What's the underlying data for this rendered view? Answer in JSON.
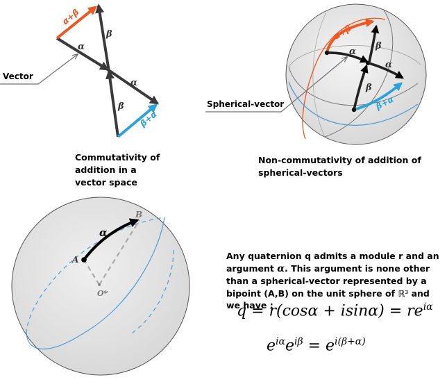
{
  "labels": {
    "vector_callout": "Vector",
    "spherical_vector_callout": "Spherical-vector",
    "alpha": "α",
    "beta": "β",
    "alpha_plus_beta": "α+β",
    "beta_plus_alpha": "β+α",
    "point_a": "A",
    "point_b": "B",
    "origin": "O*"
  },
  "captions": {
    "commutativity": "Commutativity of\naddition in a\nvector space",
    "non_commutativity": "Non-commutativity of addition of\nspherical-vectors"
  },
  "description": {
    "part1": "Any quaternion q admits a module r and an argument ",
    "alpha": "α",
    "part2": ". This argument is none other than a spherical-vector represented by a bipoint (A,B) on the unit sphere of ",
    "r3": "ℝ³",
    "part3": " and we have :"
  },
  "formulas": {
    "euler": "q = r(cosα + isinα) = re^{iα}",
    "euler_parts": {
      "lhs": "q = r(cos",
      "alpha1": "α",
      "mid": " + isin",
      "alpha2": "α",
      "rhs": ") = re",
      "exp": "iα"
    },
    "product": "e^{iα}e^{iβ} = e^{i(β+α)}",
    "product_parts": {
      "e1": "e",
      "exp1": "iα",
      "e2": "e",
      "exp2": "iβ",
      "eq": " = e",
      "exp3": "i(β+α)"
    }
  },
  "colors": {
    "dark_arrow": "#3a3a3a",
    "orange_arrow": "#f0561e",
    "blue_arrow": "#2aa3dc",
    "sphere_fill": "#e4e4e4",
    "sphere_outline": "#555555",
    "blue_circle": "#4a9ee0",
    "orange_circle": "#e8561c"
  }
}
